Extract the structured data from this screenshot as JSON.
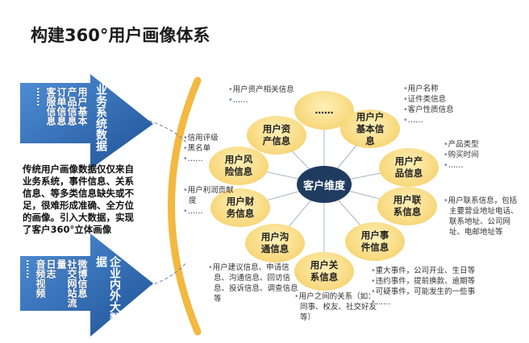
{
  "title": "构建360°用户画像体系",
  "top_arrow": {
    "heading": "业务系统数据",
    "items": [
      "用户基本",
      "产品信息",
      "订单信息",
      "客服信息",
      "……"
    ]
  },
  "bottom_arrow": {
    "heading": "企业内外大数据",
    "items": [
      "微博信息",
      "社交网站流量",
      "日志",
      "音频视频",
      "……"
    ]
  },
  "description": "传统用户画像数据仅仅来自业务系统，事件信息、关系信息、等多类信息缺失或不足，很难形成准确、全方位的画像。引入大数据，实现了客户360°立体画像",
  "center": "客户维度",
  "nodes": [
    {
      "id": "more",
      "label": "……",
      "notes": []
    },
    {
      "id": "asset",
      "label": "用户资产信息",
      "notes": [
        "用户资产相关信息",
        "……"
      ]
    },
    {
      "id": "basic",
      "label": "用户户基本信息",
      "notes": [
        "用户名称",
        "证件类信息",
        "客户性质信息",
        "……"
      ]
    },
    {
      "id": "risk",
      "label": "用户风险信息",
      "notes": [
        "信用评级",
        "黑名单",
        "……"
      ]
    },
    {
      "id": "product",
      "label": "用户产品信息",
      "notes": [
        "产品类型",
        "购买时间",
        "……"
      ]
    },
    {
      "id": "finance",
      "label": "用户财务信息",
      "notes": [
        "用户利润贡献度",
        "……"
      ]
    },
    {
      "id": "contact",
      "label": "用户联系信息",
      "notes": [
        "用户联系信息，包括主要营业地址电话、联系地址、公司网址、电邮地址等"
      ]
    },
    {
      "id": "comm",
      "label": "用户沟通信息",
      "notes": [
        "用户建议信息、申请信息、沟通信息、回访信息、投诉信息、调查信息等"
      ]
    },
    {
      "id": "event",
      "label": "用户事件信息",
      "notes": [
        "重大事件，公司开业、生日等",
        "违约事件，提前换款、逾期等",
        "可疑事件，可能发生的一些事",
        "……"
      ]
    },
    {
      "id": "relation",
      "label": "用户关系信息",
      "notes": [
        "用户之间的关系（如：同事、校友、社交好友等）"
      ]
    }
  ],
  "colors": {
    "arrow": "#2e6db5",
    "arc": "#f3b840",
    "center": "#1f3b60",
    "node": "#f7d77a"
  }
}
